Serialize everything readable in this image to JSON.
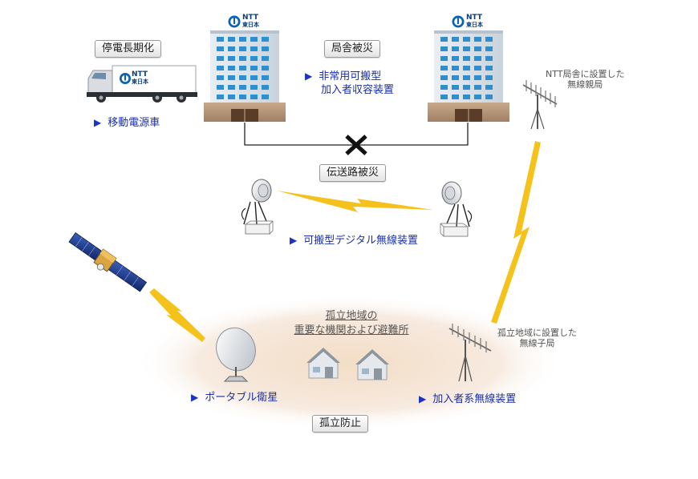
{
  "labels": {
    "power_outage": "停電長期化",
    "building_damage": "局舎被災",
    "transmission_damage": "伝送路被災",
    "isolation_prevention": "孤立防止"
  },
  "items": {
    "mobile_power_car": "移動電源車",
    "emergency_portable_unit_line1": "非常用可搬型",
    "emergency_portable_unit_line2": "加入者収容装置",
    "portable_digital_radio": "可搬型デジタル無線装置",
    "portable_satellite": "ポータブル衛星",
    "subscriber_radio": "加入者系無線装置"
  },
  "notes": {
    "ntt_master_station_line1": "NTT局舎に設置した",
    "ntt_master_station_line2": "無線親局",
    "isolated_slave_station_line1": "孤立地域に設置した",
    "isolated_slave_station_line2": "無線子局"
  },
  "isolated_area": {
    "title_line1": "孤立地域の",
    "title_line2": "重要な機関および避難所"
  },
  "logos": {
    "ntt": "NTT",
    "ntt_east": "東日本"
  },
  "colors": {
    "accent_blue": "#1a2fa8",
    "lightning": "#f5c21b",
    "ground": "#f6e9dc"
  },
  "icons": [
    "truck-icon",
    "building-icon",
    "parabolic-antenna-icon",
    "satellite-icon",
    "satellite-dish-icon",
    "yagi-antenna-icon",
    "house-icon",
    "cross-mark-icon",
    "lightning-link-icon"
  ]
}
